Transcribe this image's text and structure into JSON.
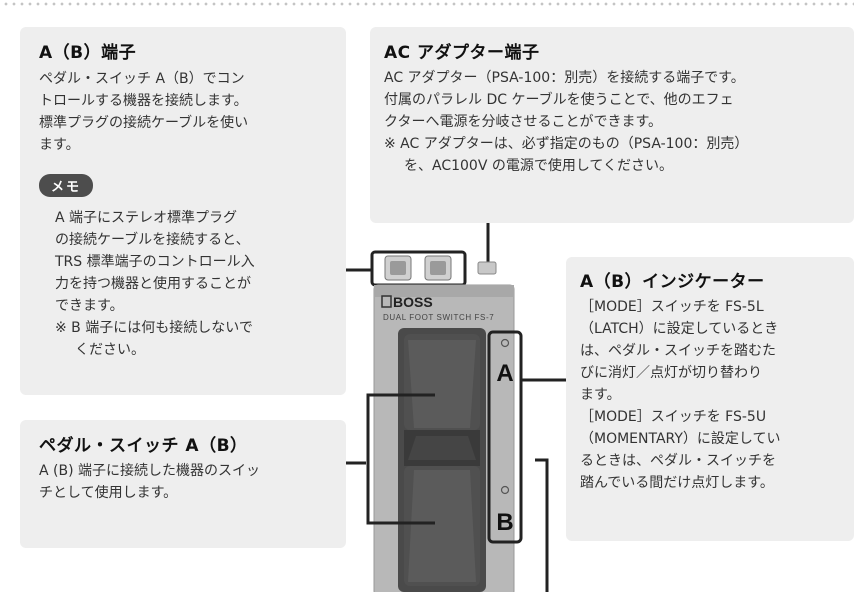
{
  "sections": {
    "a_b_terminal": {
      "title": "A（B）端子",
      "lines": [
        "ペダル・スイッチ A（B）でコン",
        "トロールする機器を接続します。",
        "標準プラグの接続ケーブルを使い",
        "ます。"
      ],
      "memo_label": "メモ",
      "memo_lines": [
        "A 端子にステレオ標準プラグ",
        "の接続ケーブルを接続すると、",
        "TRS 標準端子のコントロール入",
        "力を持つ機器と使用することが",
        "できます。"
      ],
      "memo_note": [
        "※ B 端子には何も接続しないで",
        "ください。"
      ]
    },
    "ac_adapter": {
      "title": "AC アダプター端子",
      "lines": [
        "AC アダプター（PSA-100：別売）を接続する端子です。",
        "付属のパラレル DC ケーブルを使うことで、他のエフェ",
        "クターへ電源を分岐させることができます。"
      ],
      "note": [
        "※ AC アダプターは、必ず指定のもの（PSA-100：別売）",
        "を、AC100V の電源で使用してください。"
      ]
    },
    "indicator": {
      "title": "A（B）インジケーター",
      "lines": [
        "［MODE］スイッチを FS-5L",
        "（LATCH）に設定しているとき",
        "は、ペダル・スイッチを踏むた",
        "びに消灯／点灯が切り替わり",
        "ます。",
        "［MODE］スイッチを FS-5U",
        "（MOMENTARY）に設定してい",
        "るときは、ペダル・スイッチを",
        "踏んでいる間だけ点灯します。"
      ]
    },
    "pedal_switch": {
      "title": "ペダル・スイッチ A（B）",
      "lines": [
        "A (B) 端子に接続した機器のスイッ",
        "チとして使用します。"
      ]
    }
  },
  "device": {
    "brand": "BOSS",
    "model": "DUAL FOOT SWITCH FS-7",
    "label_a": "A",
    "label_b": "B"
  }
}
